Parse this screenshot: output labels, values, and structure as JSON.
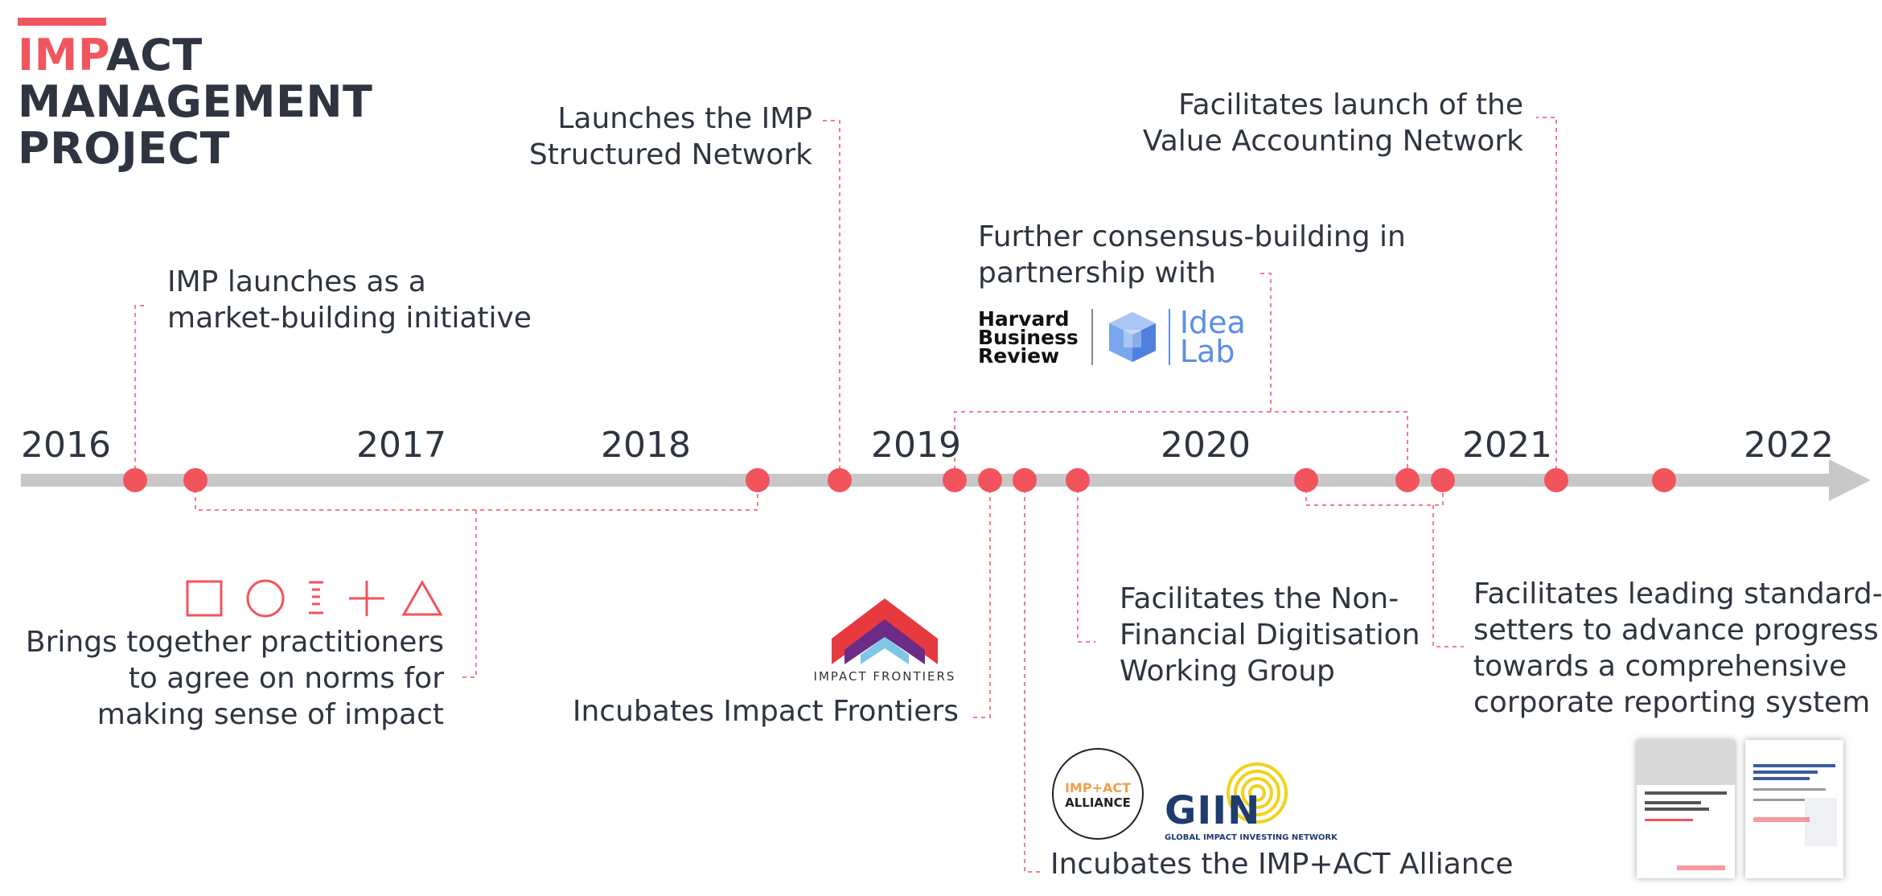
{
  "logo": {
    "line1_red": "IMP",
    "line1_dark": "ACT",
    "line2": "MANAGEMENT",
    "line3": "PROJECT"
  },
  "years": [
    "2016",
    "2017",
    "2018",
    "2019",
    "2020",
    "2021",
    "2022"
  ],
  "events": {
    "imp_launch": [
      "IMP launches as a",
      "market-building initiative"
    ],
    "structured_network": [
      "Launches the IMP",
      "Structured Network"
    ],
    "consensus": [
      "Further consensus-building in",
      "partnership with"
    ],
    "value_accounting": [
      "Facilitates launch of the",
      "Value Accounting Network"
    ],
    "practitioners": [
      "Brings together practitioners",
      "to agree on norms for",
      "making sense of impact"
    ],
    "impact_frontiers": "Incubates Impact Frontiers",
    "digitisation": [
      "Facilitates the Non-",
      "Financial Digitisation",
      "Working Group"
    ],
    "standard_setters": [
      "Facilitates leading standard-",
      "setters to advance progress",
      "towards a comprehensive",
      "corporate reporting system"
    ],
    "alliance": "Incubates the IMP+ACT Alliance"
  },
  "logos": {
    "hbr": [
      "Harvard",
      "Business",
      "Review"
    ],
    "idea_lab": [
      "Idea",
      "Lab"
    ],
    "impact_frontiers": "IMPACT FRONTIERS",
    "impact_alliance": [
      "IMP+ACT",
      "ALLIANCE"
    ],
    "giin": "GIIN",
    "giin_sub": "GLOBAL IMPACT INVESTING NETWORK"
  },
  "colors": {
    "accent": "#f2545d",
    "axis": "#c8c8c8",
    "text": "#2e3540",
    "idea_lab_blue": "#5b8fe3",
    "giin_yellow": "#f2d21a"
  },
  "icons": [
    "square-icon",
    "circle-icon",
    "list-icon",
    "plus-icon",
    "triangle-icon"
  ]
}
